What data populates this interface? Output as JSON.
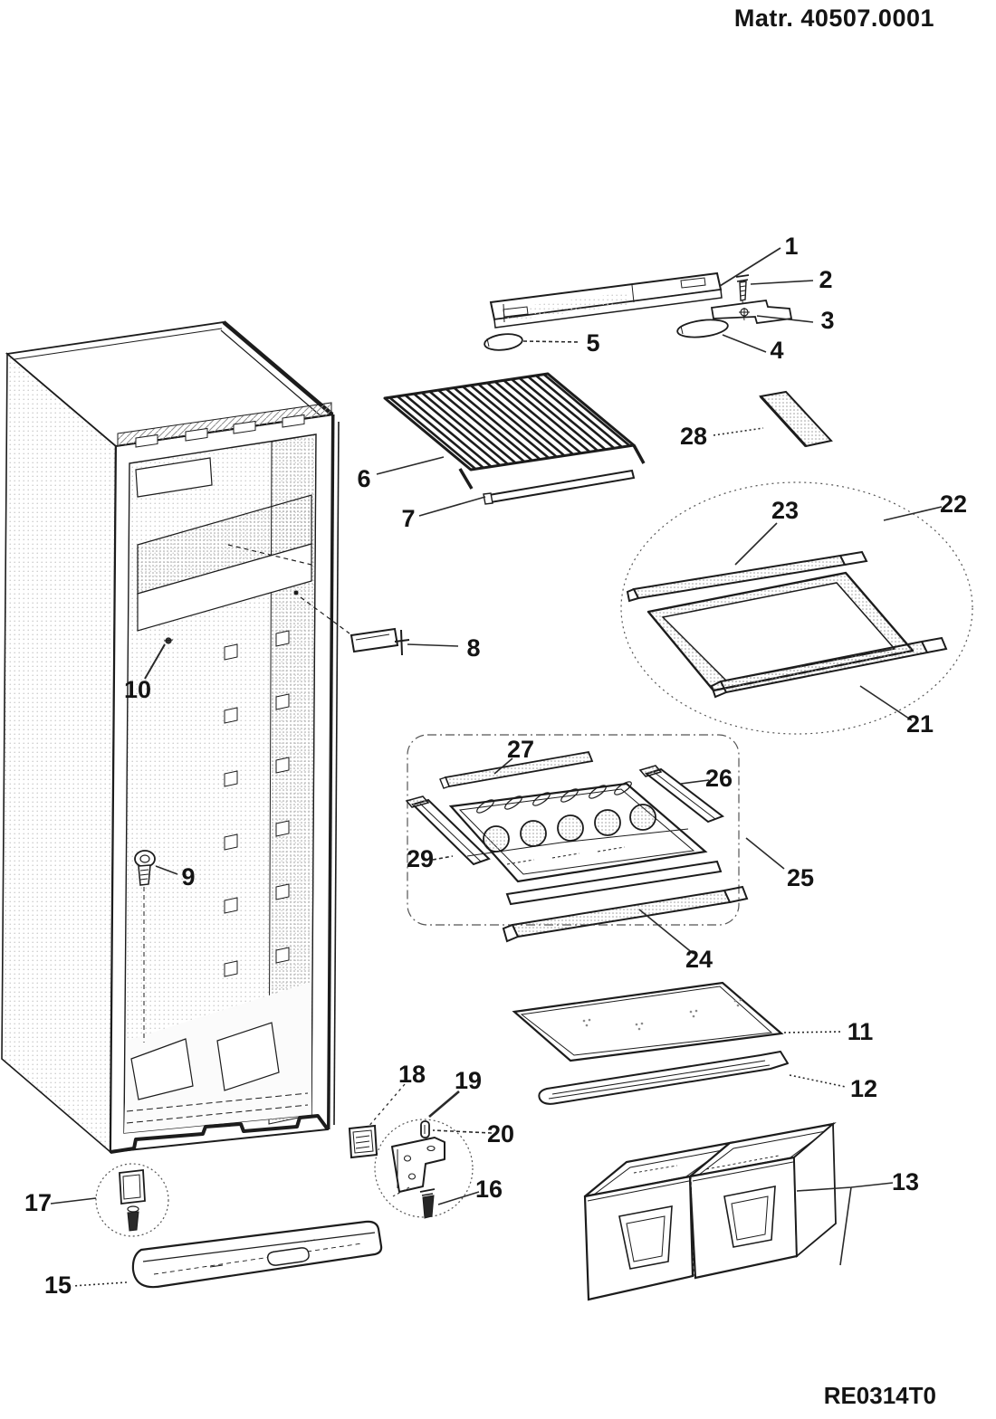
{
  "header": {
    "matricola": "Matr. 40507.0001"
  },
  "footer": {
    "drawing_code": "RE0314T0"
  },
  "palette": {
    "ink": "#1c1c1c",
    "paper": "#ffffff"
  },
  "labels": {
    "p1": "1",
    "p2": "2",
    "p3": "3",
    "p4": "4",
    "p5": "5",
    "p6": "6",
    "p7": "7",
    "p8": "8",
    "p9": "9",
    "p10": "10",
    "p11": "11",
    "p12": "12",
    "p13": "13",
    "p15": "15",
    "p16": "16",
    "p17": "17",
    "p18": "18",
    "p19": "19",
    "p20": "20",
    "p21": "21",
    "p22": "22",
    "p23": "23",
    "p24": "24",
    "p25": "25",
    "p26": "26",
    "p27": "27",
    "p28": "28",
    "p29": "29"
  }
}
